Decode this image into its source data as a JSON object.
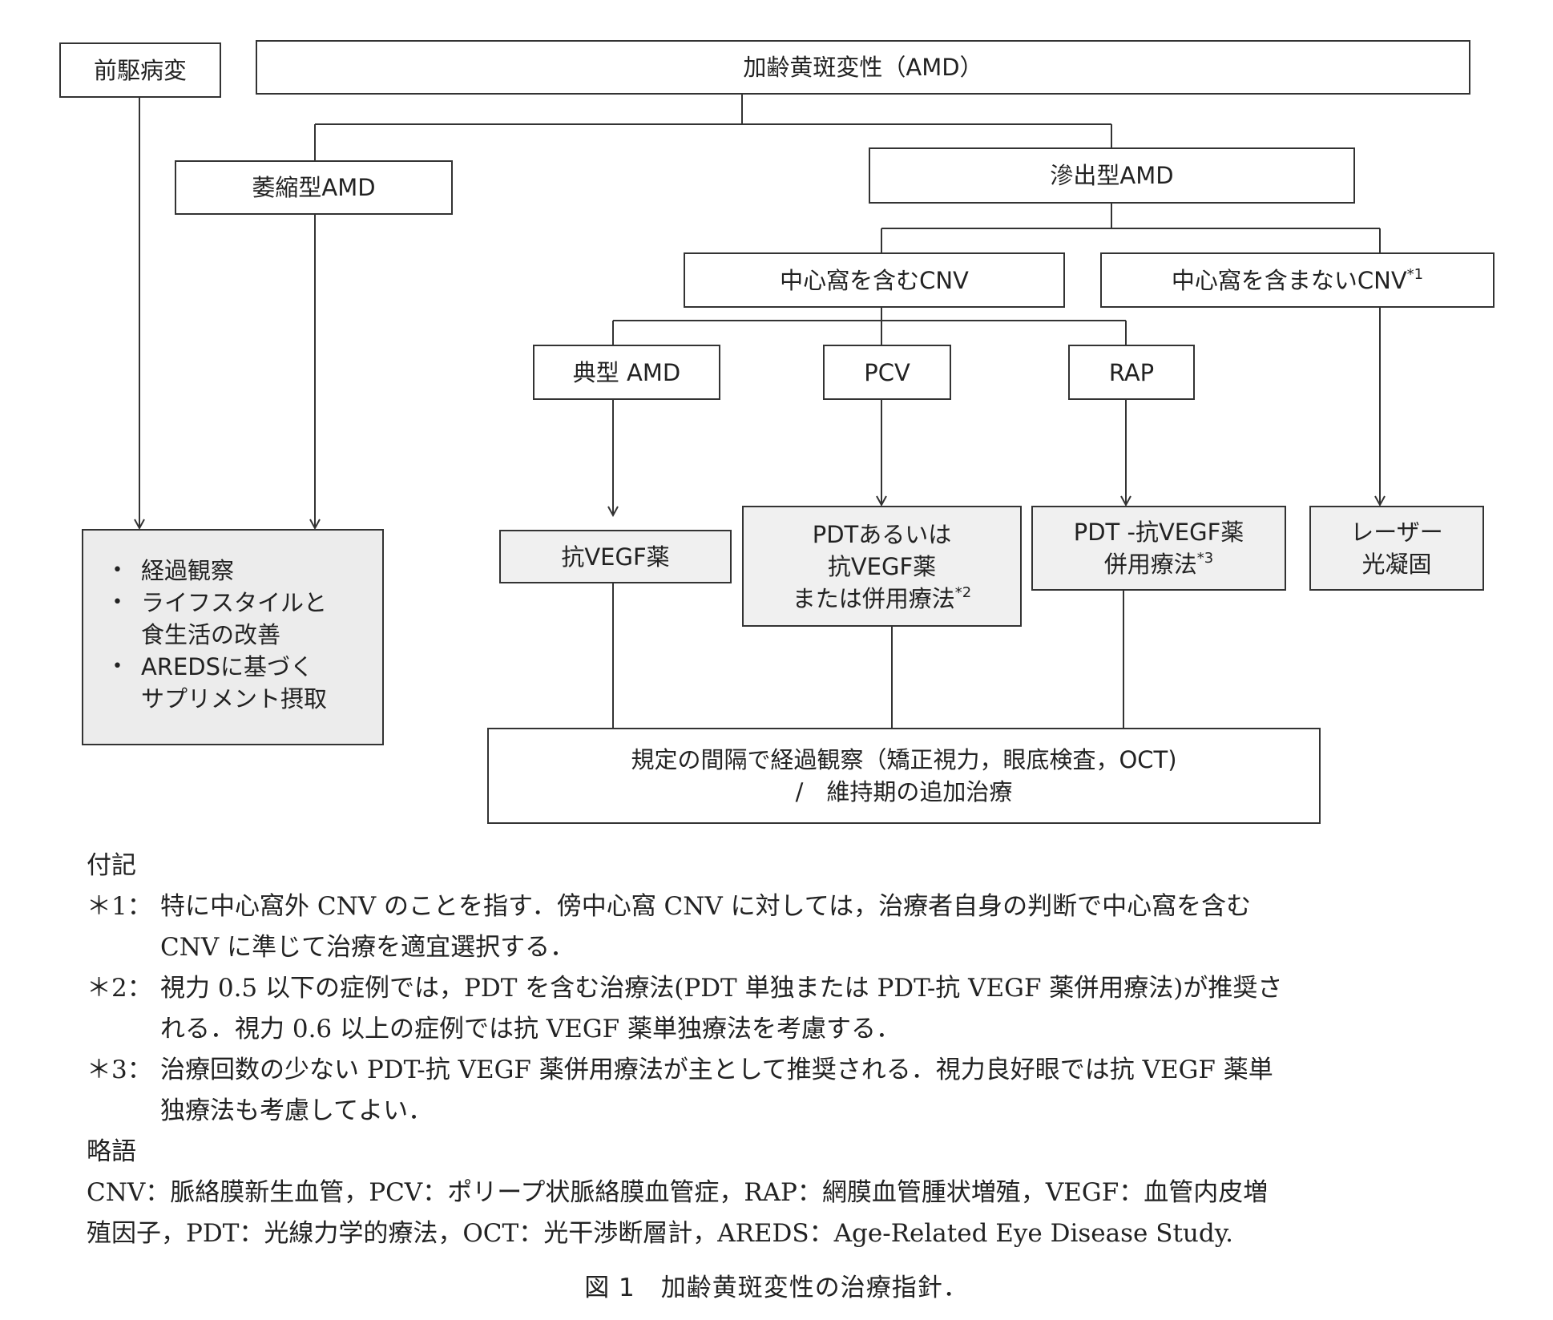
{
  "diagram": {
    "precursor": "前駆病変",
    "amd": "加齢黄斑変性（AMD）",
    "dry_amd": "萎縮型AMD",
    "wet_amd": "滲出型AMD",
    "cnv_subfoveal": "中心窩を含むCNV",
    "cnv_extrafoveal": "中心窩を含まないCNV",
    "cnv_extrafoveal_note": "*1",
    "typical_amd": "典型 AMD",
    "pcv": "PCV",
    "rap": "RAP",
    "anti_vegf": "抗VEGF薬",
    "pdt_line1": "PDTあるいは",
    "pdt_line2": "抗VEGF薬",
    "pdt_line3": "または併用療法",
    "pdt_note": "*2",
    "pdt_combo_line1": "PDT -抗VEGF薬",
    "pdt_combo_line2": "併用療法",
    "pdt_combo_note": "*3",
    "laser_line1": "レーザー",
    "laser_line2": "光凝固",
    "care_items": [
      [
        "経過観察"
      ],
      [
        "ライフスタイルと",
        "食生活の改善"
      ],
      [
        "AREDSに基づく",
        "サプリメント摂取"
      ]
    ],
    "followup_line1": "規定の間隔で経過観察（矯正視力，眼底検査，OCT)",
    "followup_line2": "/　維持期の追加治療"
  },
  "notes": {
    "heading": "付記",
    "items": [
      {
        "mark": "＊1：",
        "lines": [
          "特に中心窩外 CNV のことを指す．傍中心窩 CNV に対しては，治療者自身の判断で中心窩を含む",
          "CNV に準じて治療を適宜選択する．"
        ]
      },
      {
        "mark": "＊2：",
        "lines": [
          "視力 0.5 以下の症例では，PDT を含む治療法(PDT 単独または PDT-抗 VEGF 薬併用療法)が推奨さ",
          "れる．視力 0.6 以上の症例では抗 VEGF 薬単独療法を考慮する．"
        ]
      },
      {
        "mark": "＊3：",
        "lines": [
          "治療回数の少ない PDT-抗 VEGF 薬併用療法が主として推奨される．視力良好眼では抗 VEGF 薬単",
          "独療法も考慮してよい．"
        ]
      }
    ]
  },
  "abbreviations": {
    "heading": "略語",
    "lines": [
      "CNV：脈絡膜新生血管，PCV：ポリープ状脈絡膜血管症，RAP：網膜血管腫状増殖，VEGF：血管内皮増",
      "殖因子，PDT：光線力学的療法，OCT：光干渉断層計，AREDS：Age-Related Eye Disease Study."
    ]
  },
  "caption": "図 1　加齢黄斑変性の治療指針．"
}
